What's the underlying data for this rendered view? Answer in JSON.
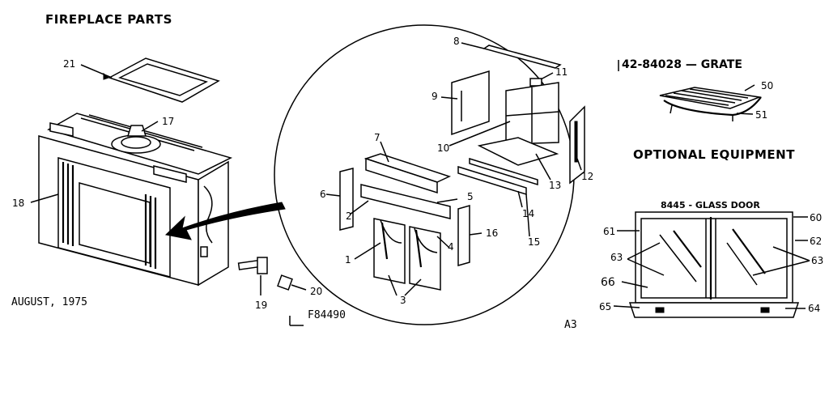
{
  "header": {
    "title": "FIREPLACE PARTS",
    "date": "AUGUST, 1975",
    "figure_code": "F84490",
    "page_code": "A3"
  },
  "grate": {
    "title": "42-84028 — GRATE",
    "parts": [
      "50",
      "51"
    ]
  },
  "optional": {
    "title": "OPTIONAL EQUIPMENT",
    "door_title": "8445 - GLASS DOOR",
    "parts": [
      "60",
      "61",
      "62",
      "63",
      "63",
      "64",
      "65",
      "66"
    ]
  },
  "parts_main": [
    "21",
    "17",
    "18",
    "19",
    "20"
  ],
  "parts_circle": [
    "8",
    "11",
    "9",
    "10",
    "12",
    "13",
    "7",
    "6",
    "5",
    "2",
    "14",
    "16",
    "15",
    "1",
    "4",
    "3"
  ]
}
